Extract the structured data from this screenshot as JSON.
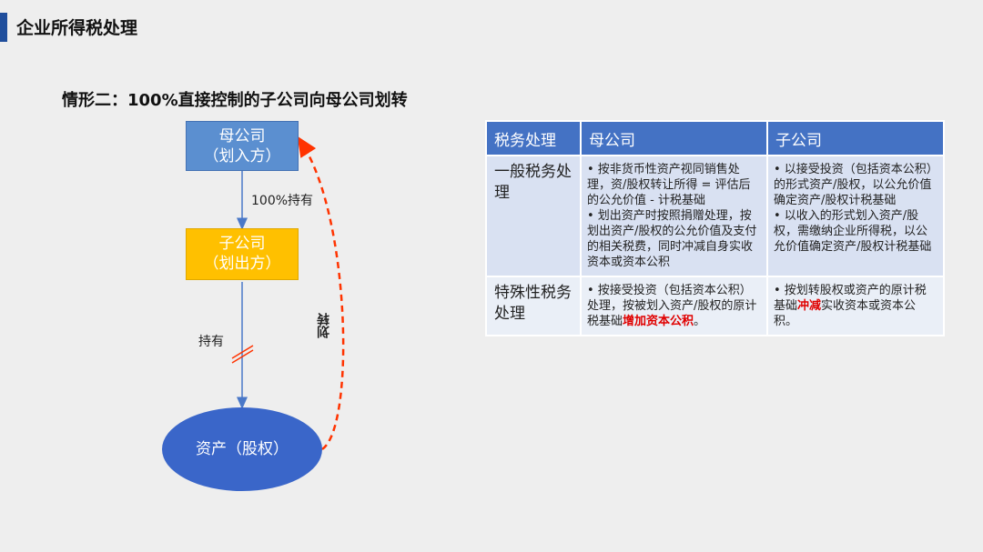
{
  "header": {
    "title": "企业所得税处理"
  },
  "scenario": {
    "title": "情形二：100%直接控制的子公司向母公司划转"
  },
  "diagram": {
    "parent_line1": "母公司",
    "parent_line2": "（划入方）",
    "child_line1": "子公司",
    "child_line2": "（划出方）",
    "asset": "资产（股权）",
    "hold100_label": "100%持有",
    "hold_label": "持有",
    "transfer_label": "划转",
    "accent_colors": {
      "parent": "#5b8fd0",
      "child": "#ffc000",
      "asset": "#3a66c9",
      "transfer_arrow": "#ff3300"
    }
  },
  "table": {
    "headers": [
      "税务处理",
      "母公司",
      "子公司"
    ],
    "rows": [
      {
        "label": "一般税务处理",
        "parent": [
          "• 按非货币性资产视同销售处理，资/股权转让所得 = 评估后的公允价值 - 计税基础",
          "• 划出资产时按照捐赠处理，按划出资产/股权的公允价值及支付的相关税费，同时冲减自身实收资本或资本公积"
        ],
        "child": [
          "• 以接受投资（包括资本公积）的形式资产/股权，以公允价值确定资产/股权计税基础",
          "• 以收入的形式划入资产/股权，需缴纳企业所得税，以公允价值确定资产/股权计税基础"
        ]
      },
      {
        "label": "特殊性税务处理",
        "parent_pre": "• 按接受投资（包括资本公积）处理，按被划入资产/股权的原计税基础",
        "parent_red": "增加资本公积",
        "parent_post": "。",
        "child_pre": "• 按划转股权或资产的原计税基础",
        "child_red": "冲减",
        "child_post": "实收资本或资本公积。"
      }
    ]
  }
}
